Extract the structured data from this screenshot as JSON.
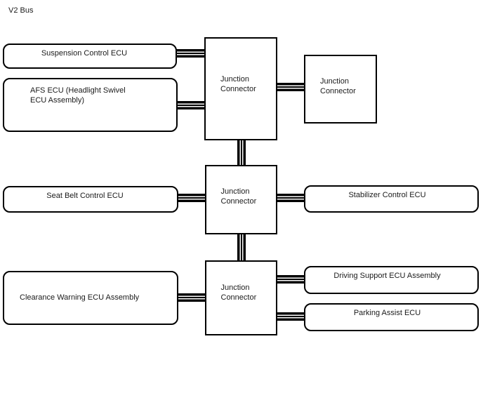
{
  "title": "V2 Bus",
  "colors": {
    "line": "#000000",
    "background": "#ffffff"
  },
  "junctions": [
    {
      "label": "Junction Connector"
    },
    {
      "label": "Junction Connector"
    },
    {
      "label": "Junction Connector"
    },
    {
      "label": "Junction Connector"
    }
  ],
  "ecus": [
    {
      "label": "Suspension Control ECU"
    },
    {
      "label": "AFS ECU (Headlight Swivel ECU Assembly)"
    },
    {
      "label": "Seat Belt Control ECU"
    },
    {
      "label": "Stabilizer Control ECU"
    },
    {
      "label": "Clearance Warning ECU Assembly"
    },
    {
      "label": "Driving Support ECU Assembly"
    },
    {
      "label": "Parking Assist ECU"
    }
  ],
  "connections": [
    {
      "from": "Suspension Control ECU",
      "to": "Junction Connector 1",
      "type": "bus"
    },
    {
      "from": "AFS ECU (Headlight Swivel ECU Assembly)",
      "to": "Junction Connector 1",
      "type": "bus"
    },
    {
      "from": "Junction Connector 1",
      "to": "Junction Connector 2",
      "type": "bus"
    },
    {
      "from": "Junction Connector 1",
      "to": "Junction Connector 3",
      "type": "bus"
    },
    {
      "from": "Seat Belt Control ECU",
      "to": "Junction Connector 3",
      "type": "bus"
    },
    {
      "from": "Junction Connector 3",
      "to": "Stabilizer Control ECU",
      "type": "bus"
    },
    {
      "from": "Junction Connector 3",
      "to": "Junction Connector 4",
      "type": "bus"
    },
    {
      "from": "Clearance Warning ECU Assembly",
      "to": "Junction Connector 4",
      "type": "bus"
    },
    {
      "from": "Junction Connector 4",
      "to": "Driving Support ECU Assembly",
      "type": "bus"
    },
    {
      "from": "Junction Connector 4",
      "to": "Parking Assist ECU",
      "type": "bus"
    }
  ]
}
